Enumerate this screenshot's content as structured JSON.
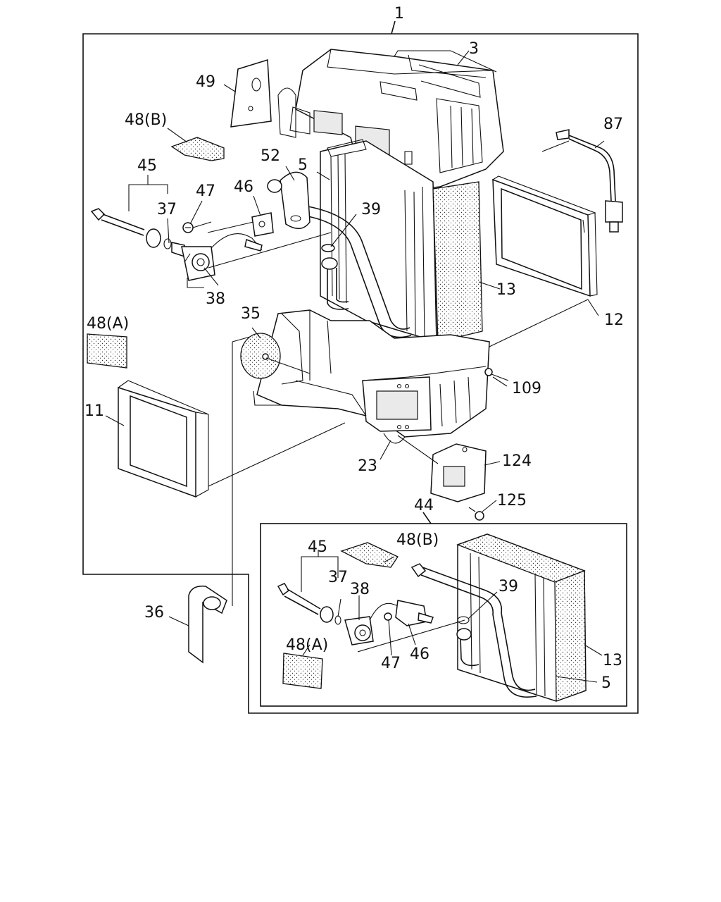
{
  "diagram": {
    "callouts": {
      "c1": "1",
      "c3": "3",
      "c49": "49",
      "c48b_top": "48(B)",
      "c45_top": "45",
      "c47_top": "47",
      "c46_top": "46",
      "c52": "52",
      "c5_top": "5",
      "c37_top": "37",
      "c39_top": "39",
      "c38_top": "38",
      "c87": "87",
      "c13_top": "13",
      "c12": "12",
      "c35": "35",
      "c48a_top": "48(A)",
      "c109": "109",
      "c11": "11",
      "c23": "23",
      "c124": "124",
      "c125": "125",
      "c44": "44",
      "c48b_inset": "48(B)",
      "c45_inset": "45",
      "c37_inset": "37",
      "c38_inset": "38",
      "c39_inset": "39",
      "c36": "36",
      "c48a_inset": "48(A)",
      "c47_inset": "47",
      "c46_inset": "46",
      "c13_inset": "13",
      "c5_inset": "5"
    }
  }
}
